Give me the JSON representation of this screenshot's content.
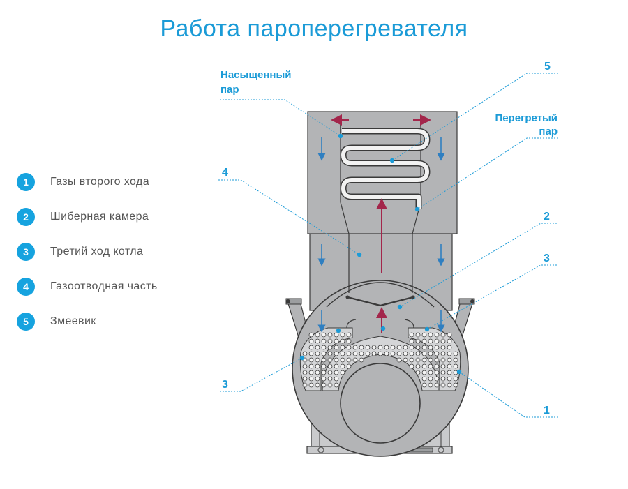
{
  "title": "Работа  пароперегревателя",
  "legend": [
    {
      "num": "1",
      "label": "Газы второго хода"
    },
    {
      "num": "2",
      "label": "Шиберная камера"
    },
    {
      "num": "3",
      "label": "Третий ход котла"
    },
    {
      "num": "4",
      "label": "Газоотводная часть"
    },
    {
      "num": "5",
      "label": "Змеевик"
    }
  ],
  "callouts": {
    "saturated_line1": "Насыщенный",
    "saturated_line2": "пар",
    "superheated_line1": "Перегретый",
    "superheated_line2": "пар",
    "n5": "5",
    "n4": "4",
    "n2": "2",
    "n3_right": "3",
    "n3_left": "3",
    "n1": "1"
  },
  "colors": {
    "accent": "#1b9bd7",
    "badge": "#16a3df",
    "body_fill": "#b3b4b6",
    "outline": "#3a3a3a",
    "hot_arrow": "#a3264b",
    "cool_arrow": "#2f7fc1"
  }
}
